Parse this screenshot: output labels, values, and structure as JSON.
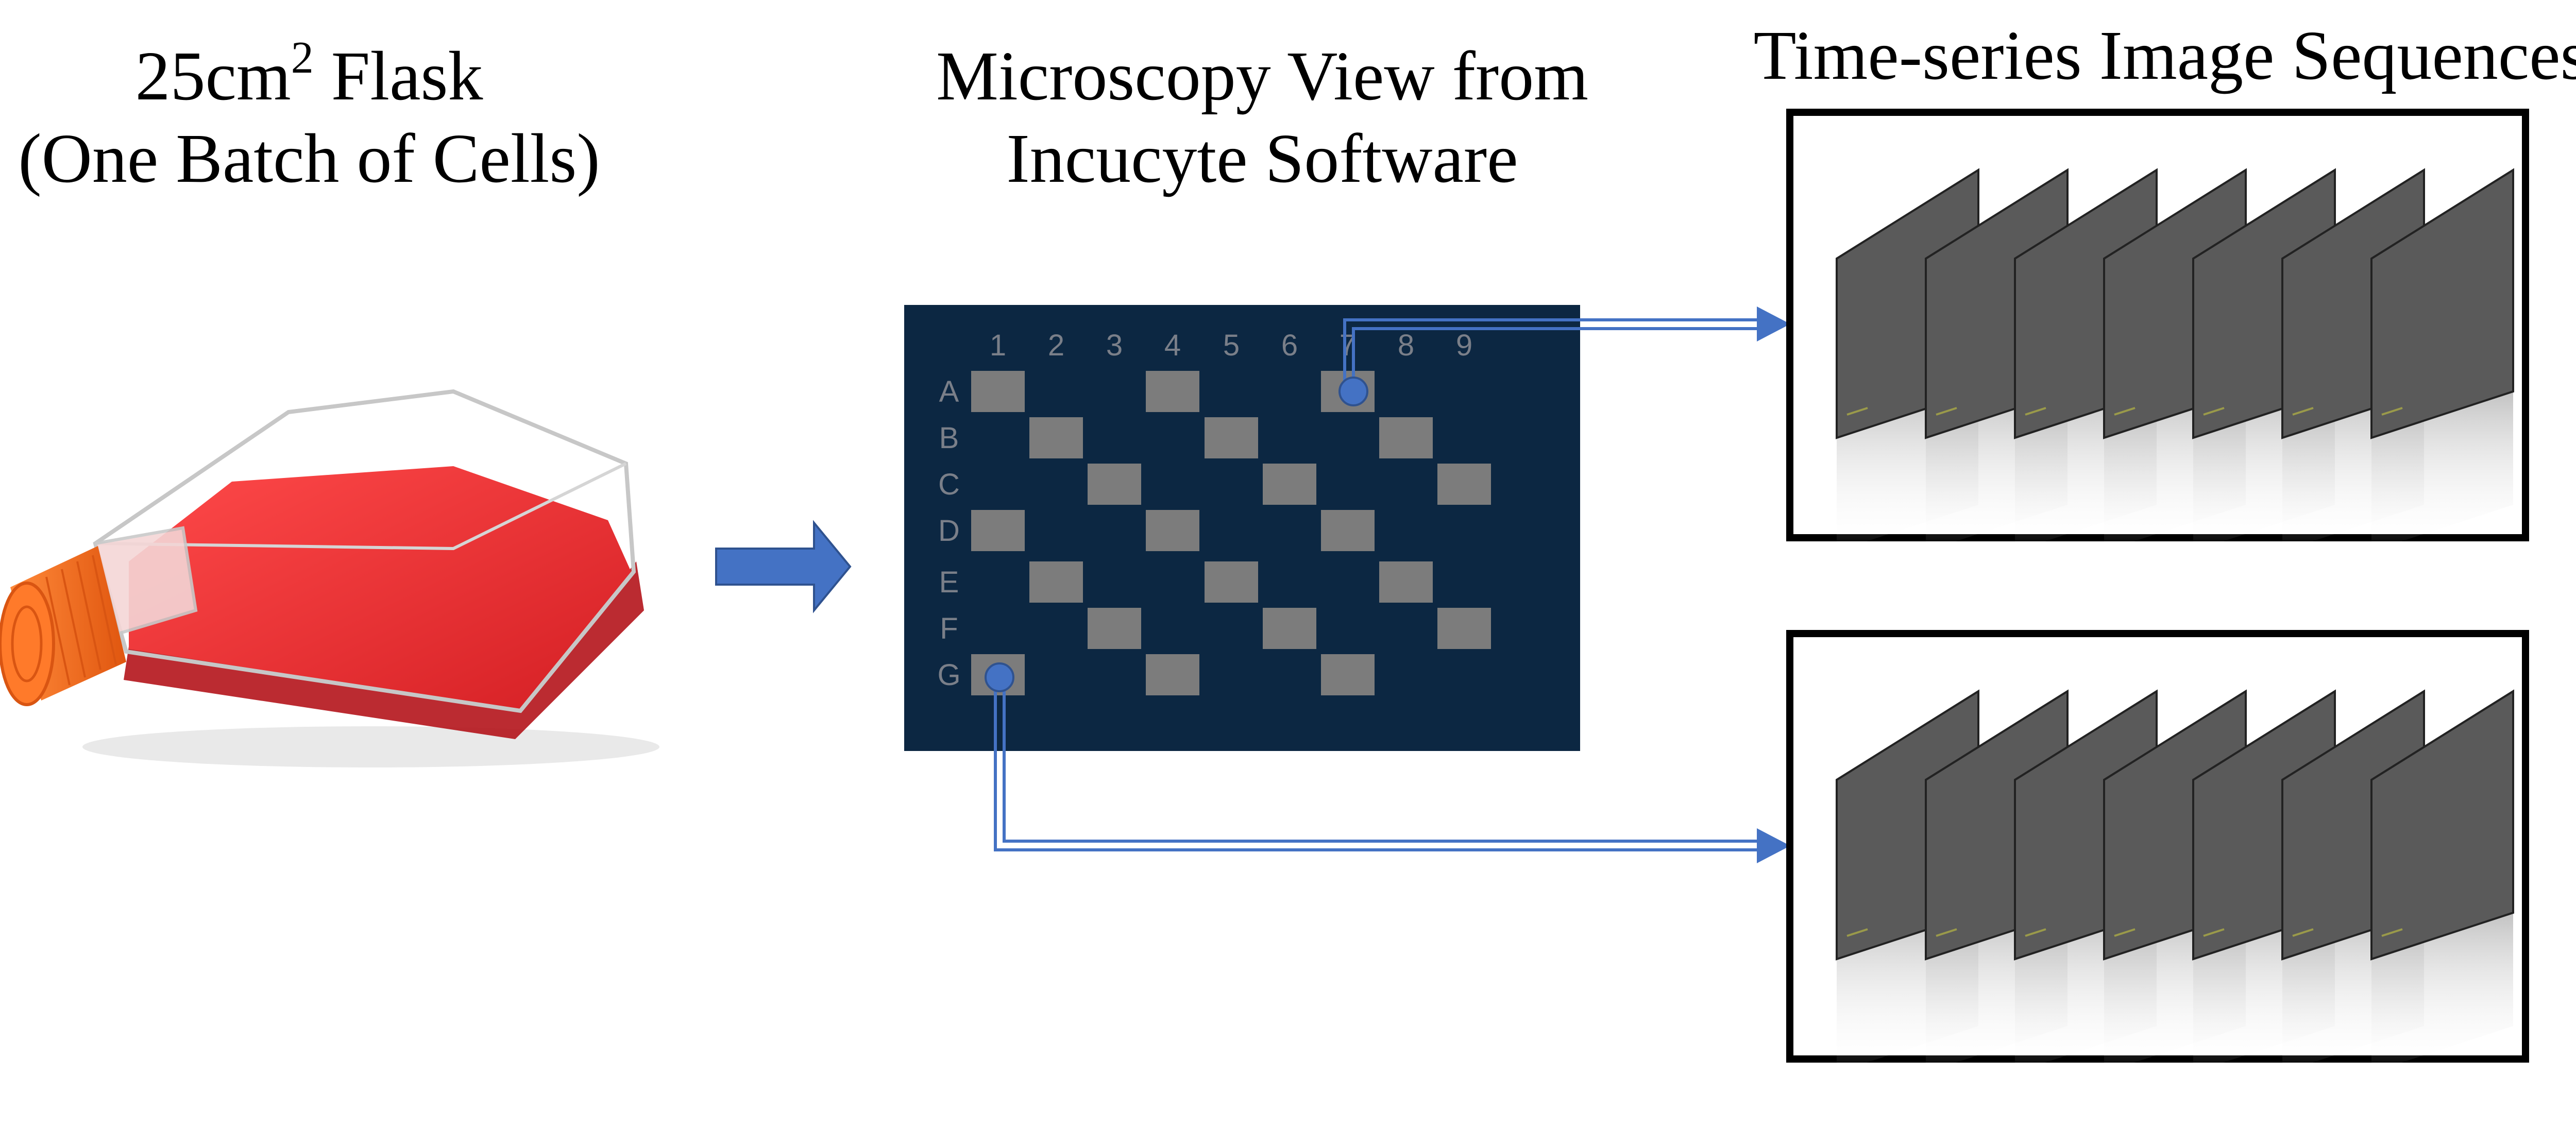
{
  "panels": {
    "flask": {
      "title_line1_prefix": "25cm",
      "title_line1_superscript": "2",
      "title_line1_suffix": " Flask",
      "title_line2": "(One Batch of Cells)"
    },
    "microscopy": {
      "title_line1": "Microscopy View from",
      "title_line2": "Incucyte Software",
      "columns": [
        "1",
        "2",
        "3",
        "4",
        "5",
        "6",
        "7",
        "8",
        "9"
      ],
      "rows": [
        "A",
        "B",
        "C",
        "D",
        "E",
        "F",
        "G"
      ],
      "panel_color": "#0c2742",
      "cell_color": "#7c7c7c",
      "marker_color": "#4472c4"
    },
    "sequences": {
      "title": "Time-series Image Sequences",
      "frame_color": "#5a5a5a"
    }
  },
  "colors": {
    "arrow": "#4472c4",
    "flask_liquid": "#e8302f",
    "flask_cap": "#f26b1d"
  }
}
